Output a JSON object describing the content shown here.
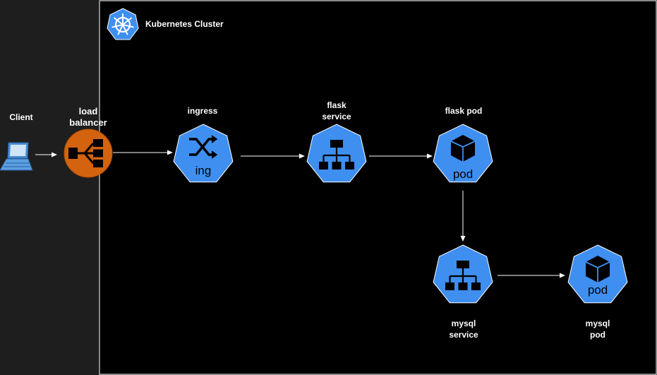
{
  "cluster": {
    "title": "Kubernetes Cluster"
  },
  "labels": {
    "client": "Client",
    "load_balancer": "load\nbalancer",
    "ingress": "ingress",
    "flask_service": "flask\nservice",
    "flask_pod": "flask pod",
    "mysql_service": "mysql\nservice",
    "mysql_pod": "mysql\npod"
  },
  "node_text": {
    "ingress": "ing",
    "flask_pod": "pod",
    "mysql_pod": "pod"
  },
  "colors": {
    "outside_bg": "#1e1e1e",
    "cluster_bg": "#000000",
    "k8s_blue": "#3e8ff0",
    "lb_orange": "#d3630e",
    "arrow": "#ffffff"
  },
  "icons": {
    "kubernetes": "kubernetes-helm-icon",
    "client": "laptop-icon",
    "load_balancer": "load-balancer-icon",
    "ingress": "shuffle-icon",
    "service": "hierarchy-icon",
    "pod": "cube-icon"
  }
}
